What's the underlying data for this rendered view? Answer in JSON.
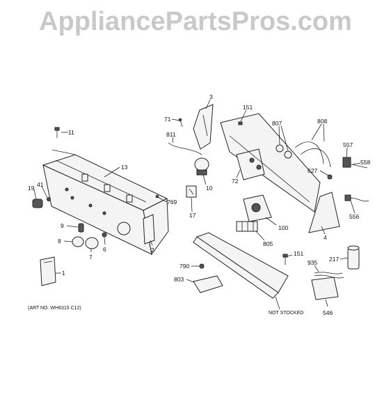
{
  "watermark": "AppliancePartsPros.com",
  "art_no": "(ART NO. WH6315 C12)",
  "not_stocked": "NOT STOCKED",
  "callouts": {
    "c1": "1",
    "c2": "2",
    "c3": "3",
    "c4": "4",
    "c6": "6",
    "c7": "7",
    "c8": "8",
    "c9": "9",
    "c10": "10",
    "c11": "11",
    "c13": "13",
    "c17": "17",
    "c19": "19",
    "c41": "41",
    "c71": "71",
    "c72": "72",
    "c100": "100",
    "c151a": "151",
    "c151b": "151",
    "c217": "217",
    "c546": "546",
    "c556": "556",
    "c557": "557",
    "c558": "558",
    "c627": "627",
    "c769": "769",
    "c790": "790",
    "c803": "803",
    "c805": "805",
    "c807": "807",
    "c808": "808",
    "c811": "811",
    "c935": "935"
  }
}
